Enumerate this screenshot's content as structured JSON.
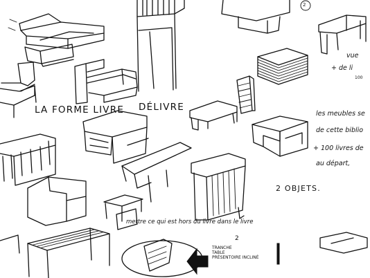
{
  "sketch": {
    "title_left": "LA FORME LIVRE",
    "title_right": "DÉLIVRE",
    "label_objects": "2 OBJETS.",
    "circled_number": "2",
    "caption_bottom": "mettre ce qui est hors du livre dans le livre",
    "number_two_bottom": "2",
    "table_note_line1": "TRANCHE",
    "table_note_line2": "TABLE",
    "table_note_line3": "PRÉSENTOIRE INCLINÉ",
    "notes_right": {
      "line1": "les meubles se",
      "line2": "de cette biblio",
      "line3": "+ 100 livres de",
      "line4": "au départ,",
      "top_a": "vue",
      "top_b": "+ de li",
      "top_c": "100"
    }
  }
}
